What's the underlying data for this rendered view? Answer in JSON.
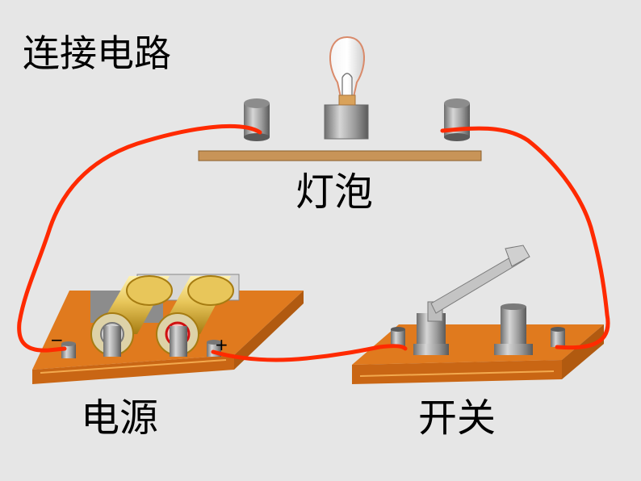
{
  "title": "连接电路",
  "labels": {
    "bulb": "灯泡",
    "power": "电源",
    "switch": "开关"
  },
  "battery_terminals": {
    "negative": "−",
    "positive": "+"
  },
  "colors": {
    "background": "#e6e6e6",
    "wire": "#ff2a00",
    "wood": "#e07a1e",
    "bulb_shelf": "#c89458",
    "metal": "#9c9c9c"
  },
  "components": [
    "bulb",
    "power",
    "switch"
  ],
  "icons": [
    "light-bulb-icon",
    "battery-box-icon",
    "knife-switch-icon"
  ]
}
